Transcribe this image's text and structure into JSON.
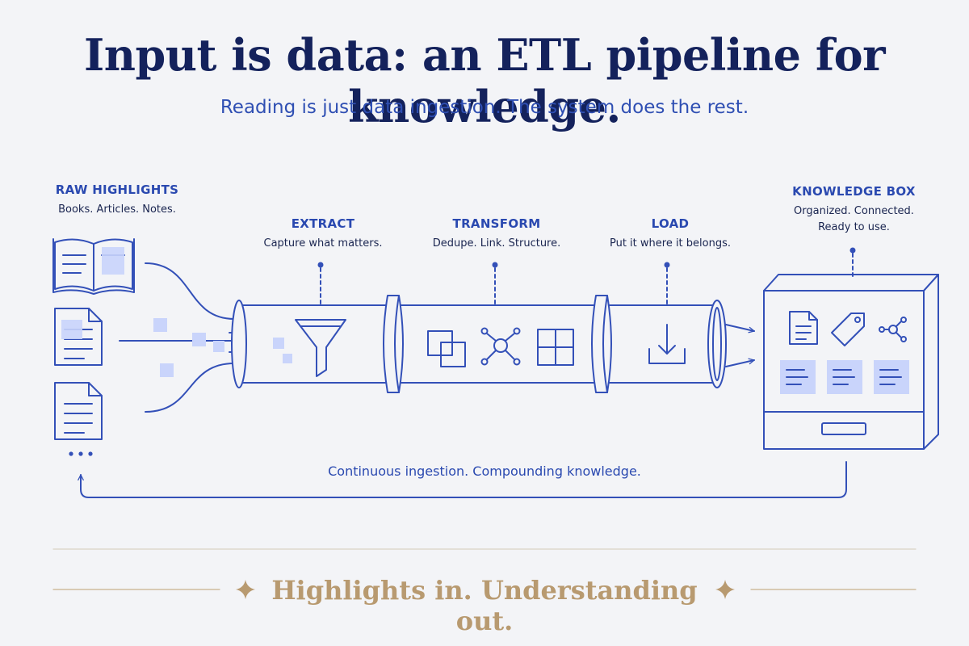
{
  "header": {
    "title": "Input is data: an ETL pipeline for knowledge.",
    "subtitle": "Reading is just data ingestion. The system does the rest."
  },
  "source": {
    "heading": "RAW HIGHLIGHTS",
    "caption": "Books. Articles. Notes."
  },
  "stages": [
    {
      "heading": "EXTRACT",
      "caption": "Capture what matters."
    },
    {
      "heading": "TRANSFORM",
      "caption": "Dedupe. Link. Structure."
    },
    {
      "heading": "LOAD",
      "caption": "Put it where it belongs."
    }
  ],
  "destination": {
    "heading": "KNOWLEDGE BOX",
    "caption_line1": "Organized. Connected.",
    "caption_line2": "Ready to use."
  },
  "feedback_caption": "Continuous ingestion. Compounding knowledge.",
  "footer": {
    "tagline": "Highlights in. Understanding out."
  },
  "colors": {
    "title": "#14225c",
    "accent": "#2a49b0",
    "line": "#3350b8",
    "fill": "#c9d4fb",
    "gold": "#b89a70",
    "background": "#f3f4f7"
  },
  "icons": [
    "open-book-icon",
    "document-icon",
    "funnel-icon",
    "overlap-squares-icon",
    "network-icon",
    "grid-icon",
    "download-tray-icon",
    "tag-icon",
    "star-sparkle-icon"
  ]
}
